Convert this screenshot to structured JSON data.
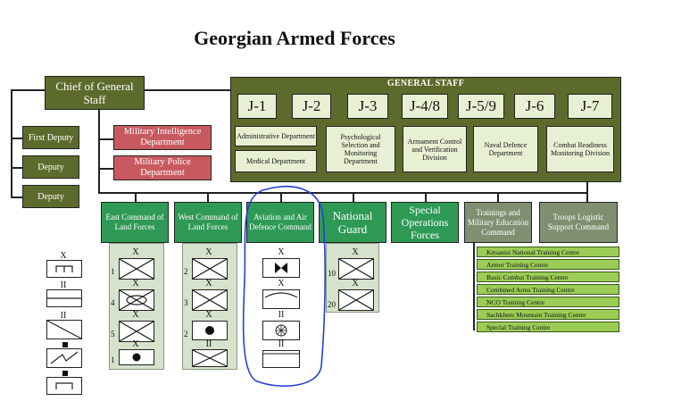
{
  "title": "Georgian Armed Forces",
  "chief": "Chief of General Staff",
  "deputies": [
    "First Deputy",
    "Deputy",
    "Deputy"
  ],
  "departments": [
    "Military Intelligence Department",
    "Military Police Department"
  ],
  "general_staff": {
    "title": "GENERAL STAFF",
    "j_sections": [
      "J-1",
      "J-2",
      "J-3",
      "J-4/8",
      "J-5/9",
      "J-6",
      "J-7"
    ],
    "sub_units": [
      "Administrative Department",
      "Medical Department",
      "Psychological Selection and Monitoring Department",
      "Armament Control and Verification Division",
      "Naval Defence Department",
      "Combat Readiness Monitoring Division"
    ]
  },
  "commands": [
    "East Command of Land Forces",
    "West Command of Land Forces",
    "Aviation and Air Defence Command",
    "National Guard",
    "Special Operations Forces",
    "Trainings and Military Education Command",
    "Troops Logistic Support Command"
  ],
  "east_units": [
    {
      "count": "1",
      "echelon": "X"
    },
    {
      "count": "4",
      "echelon": "X"
    },
    {
      "count": "5",
      "echelon": "X"
    },
    {
      "count": "1",
      "echelon": "X"
    }
  ],
  "west_units": [
    {
      "count": "2",
      "echelon": "X"
    },
    {
      "count": "3",
      "echelon": "X"
    },
    {
      "count": "2",
      "echelon": "X"
    },
    {
      "count": "",
      "echelon": "II"
    }
  ],
  "aviation_units": [
    {
      "echelon": "X"
    },
    {
      "echelon": "X"
    },
    {
      "echelon": "II"
    },
    {
      "echelon": "II"
    }
  ],
  "guard_units": [
    {
      "count": "10",
      "echelon": "X"
    },
    {
      "count": "20",
      "echelon": "X"
    }
  ],
  "legend_echelons": [
    "X",
    "II",
    "II"
  ],
  "training_centres": [
    "Krtsanisi National Training Centre",
    "Armor Training Centre",
    "Basic Combat Training Centre",
    "Combined Arms Training Centre",
    "NCO Training Centre",
    "Sachkhere Mountain Training Centre",
    "Special Training Centre"
  ]
}
